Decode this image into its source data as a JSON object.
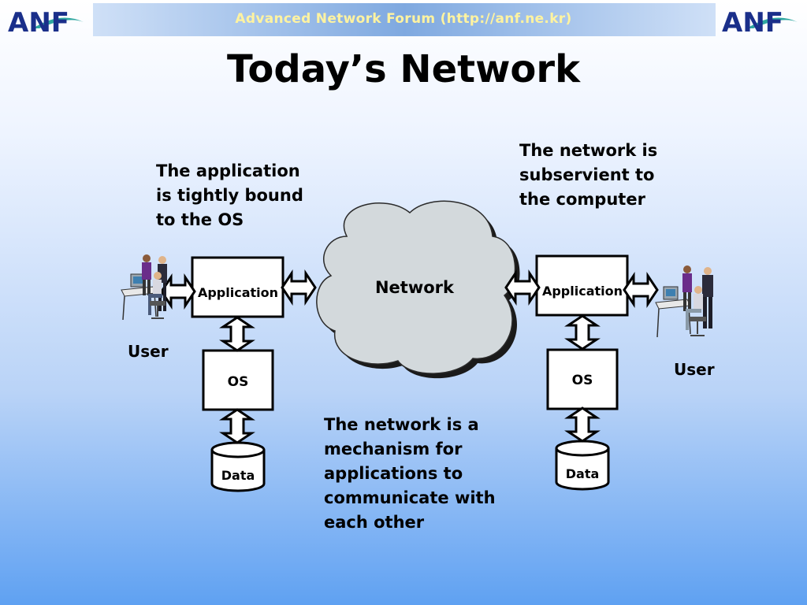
{
  "header": {
    "forum_text": "Advanced Network Forum (http://anf.ne.kr)",
    "logo_text": "ANF"
  },
  "slide": {
    "title": "Today’s Network"
  },
  "notes": {
    "application_bound": [
      "The application",
      "is tightly bound",
      "to the OS"
    ],
    "subservient": [
      "The network is",
      "subservient to",
      "the computer"
    ],
    "mechanism": [
      "The network is a",
      "mechanism for",
      "applications to",
      "communicate with",
      "each other"
    ]
  },
  "diagram": {
    "network_label": "Network",
    "left_stack": {
      "application": "Application",
      "os": "OS",
      "data": "Data",
      "user": "User"
    },
    "right_stack": {
      "application": "Application",
      "os": "OS",
      "data": "Data",
      "user": "User"
    }
  },
  "colors": {
    "cloud_fill": "#d3d9dc",
    "header_text": "#fff3a0"
  }
}
